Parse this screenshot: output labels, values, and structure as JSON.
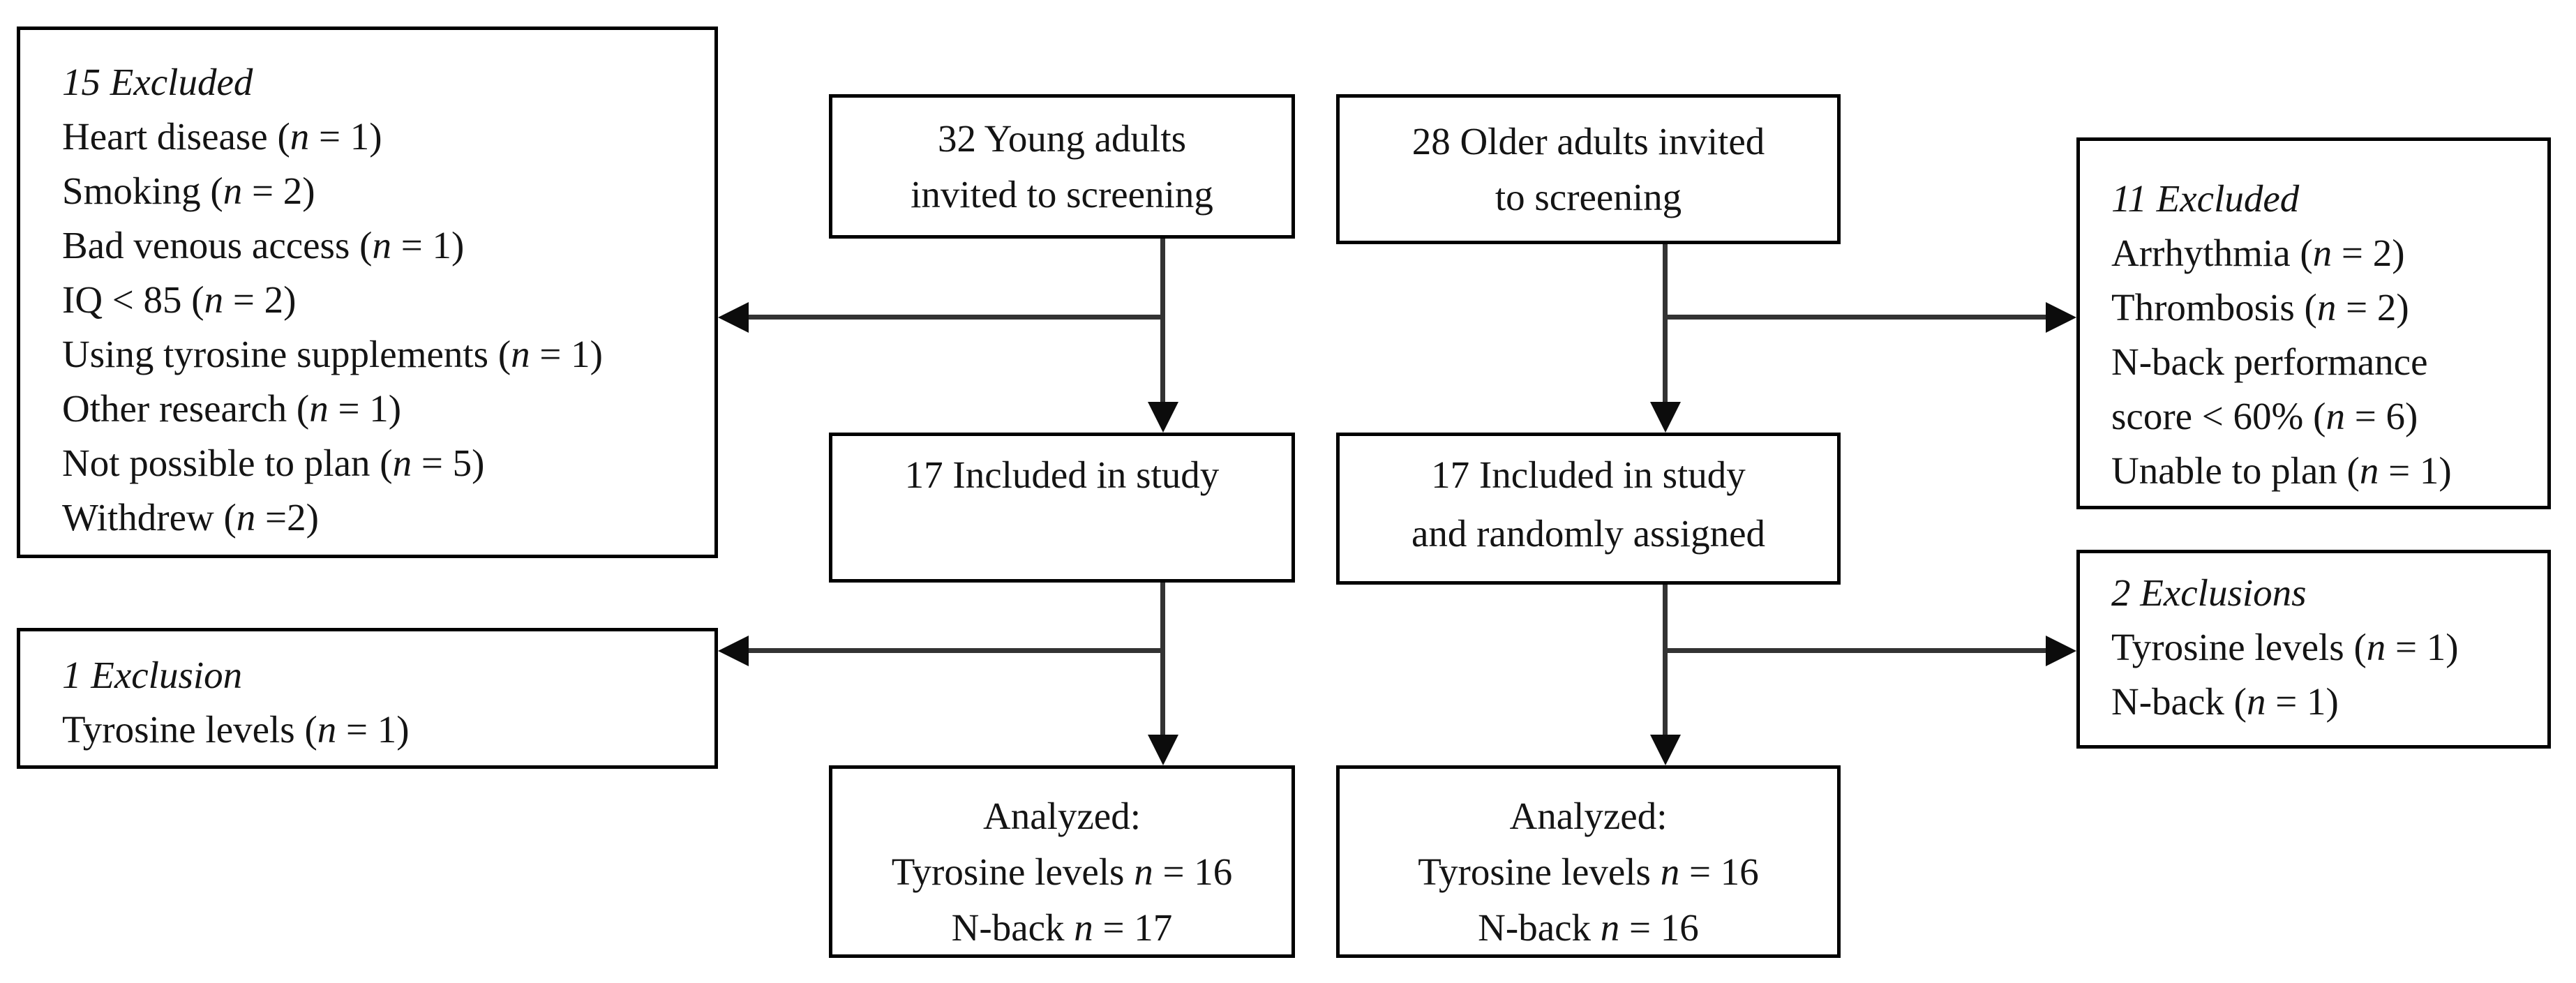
{
  "diagram": {
    "type": "participant-flow",
    "background_color": "#ffffff",
    "box_border_color": "#000000",
    "arrow_color": "#333333",
    "text_color": "#141414",
    "boxes": {
      "young_invited": {
        "lines": [
          [
            {
              "t": "32 Young adults"
            }
          ],
          [
            {
              "t": "invited to screening"
            }
          ]
        ]
      },
      "older_invited": {
        "lines": [
          [
            {
              "t": "28 Older adults invited"
            }
          ],
          [
            {
              "t": "to screening"
            }
          ]
        ]
      },
      "young_excluded": {
        "lines": [
          [
            {
              "t": "15 Excluded",
              "i": true
            }
          ],
          [
            {
              "t": "Heart disease ("
            },
            {
              "t": "n",
              "i": true
            },
            {
              "t": " = 1)"
            }
          ],
          [
            {
              "t": "Smoking ("
            },
            {
              "t": "n",
              "i": true
            },
            {
              "t": " = 2)"
            }
          ],
          [
            {
              "t": "Bad venous access ("
            },
            {
              "t": "n",
              "i": true
            },
            {
              "t": " = 1)"
            }
          ],
          [
            {
              "t": "IQ < 85 ("
            },
            {
              "t": "n",
              "i": true
            },
            {
              "t": " = 2)"
            }
          ],
          [
            {
              "t": "Using tyrosine supplements ("
            },
            {
              "t": "n",
              "i": true
            },
            {
              "t": " = 1)"
            }
          ],
          [
            {
              "t": "Other research ("
            },
            {
              "t": "n",
              "i": true
            },
            {
              "t": " = 1)"
            }
          ],
          [
            {
              "t": "Not possible to plan ("
            },
            {
              "t": "n",
              "i": true
            },
            {
              "t": " = 5)"
            }
          ],
          [
            {
              "t": "Withdrew ("
            },
            {
              "t": "n",
              "i": true
            },
            {
              "t": " =2)"
            }
          ]
        ]
      },
      "older_excluded": {
        "lines": [
          [
            {
              "t": "11 Excluded",
              "i": true
            }
          ],
          [
            {
              "t": "Arrhythmia ("
            },
            {
              "t": "n",
              "i": true
            },
            {
              "t": " = 2)"
            }
          ],
          [
            {
              "t": "Thrombosis ("
            },
            {
              "t": "n",
              "i": true
            },
            {
              "t": " = 2)"
            }
          ],
          [
            {
              "t": "N-back performance"
            }
          ],
          [
            {
              "t": "score < 60% ("
            },
            {
              "t": "n",
              "i": true
            },
            {
              "t": " = 6)"
            }
          ],
          [
            {
              "t": "Unable to plan ("
            },
            {
              "t": "n",
              "i": true
            },
            {
              "t": " = 1)"
            }
          ]
        ]
      },
      "young_included": {
        "lines": [
          [
            {
              "t": "17 Included in study"
            }
          ]
        ]
      },
      "older_included": {
        "lines": [
          [
            {
              "t": "17 Included in study"
            }
          ],
          [
            {
              "t": "and randomly assigned"
            }
          ]
        ]
      },
      "young_exclusion": {
        "lines": [
          [
            {
              "t": "1 Exclusion",
              "i": true
            }
          ],
          [
            {
              "t": "Tyrosine levels ("
            },
            {
              "t": "n",
              "i": true
            },
            {
              "t": " = 1)"
            }
          ]
        ]
      },
      "older_exclusions": {
        "lines": [
          [
            {
              "t": "2 Exclusions",
              "i": true
            }
          ],
          [
            {
              "t": "Tyrosine levels ("
            },
            {
              "t": "n",
              "i": true
            },
            {
              "t": " = 1)"
            }
          ],
          [
            {
              "t": "N-back ("
            },
            {
              "t": "n",
              "i": true
            },
            {
              "t": " = 1)"
            }
          ]
        ]
      },
      "young_analyzed": {
        "lines": [
          [
            {
              "t": "Analyzed:"
            }
          ],
          [
            {
              "t": "Tyrosine levels "
            },
            {
              "t": "n",
              "i": true
            },
            {
              "t": " = 16"
            }
          ],
          [
            {
              "t": "N-back "
            },
            {
              "t": "n",
              "i": true
            },
            {
              "t": " = 17"
            }
          ]
        ]
      },
      "older_analyzed": {
        "lines": [
          [
            {
              "t": "Analyzed:"
            }
          ],
          [
            {
              "t": "Tyrosine levels "
            },
            {
              "t": "n",
              "i": true
            },
            {
              "t": " = 16"
            }
          ],
          [
            {
              "t": "N-back "
            },
            {
              "t": "n",
              "i": true
            },
            {
              "t": " = 16"
            }
          ]
        ]
      }
    },
    "arrows": [
      {
        "from": "young_invited",
        "to": "young_included",
        "direction": "down"
      },
      {
        "from": "young_invited",
        "to": "young_excluded",
        "direction": "left"
      },
      {
        "from": "older_invited",
        "to": "older_included",
        "direction": "down"
      },
      {
        "from": "older_invited",
        "to": "older_excluded",
        "direction": "right"
      },
      {
        "from": "young_included",
        "to": "young_analyzed",
        "direction": "down"
      },
      {
        "from": "young_included",
        "to": "young_exclusion",
        "direction": "left"
      },
      {
        "from": "older_included",
        "to": "older_analyzed",
        "direction": "down"
      },
      {
        "from": "older_included",
        "to": "older_exclusions",
        "direction": "right"
      }
    ]
  }
}
